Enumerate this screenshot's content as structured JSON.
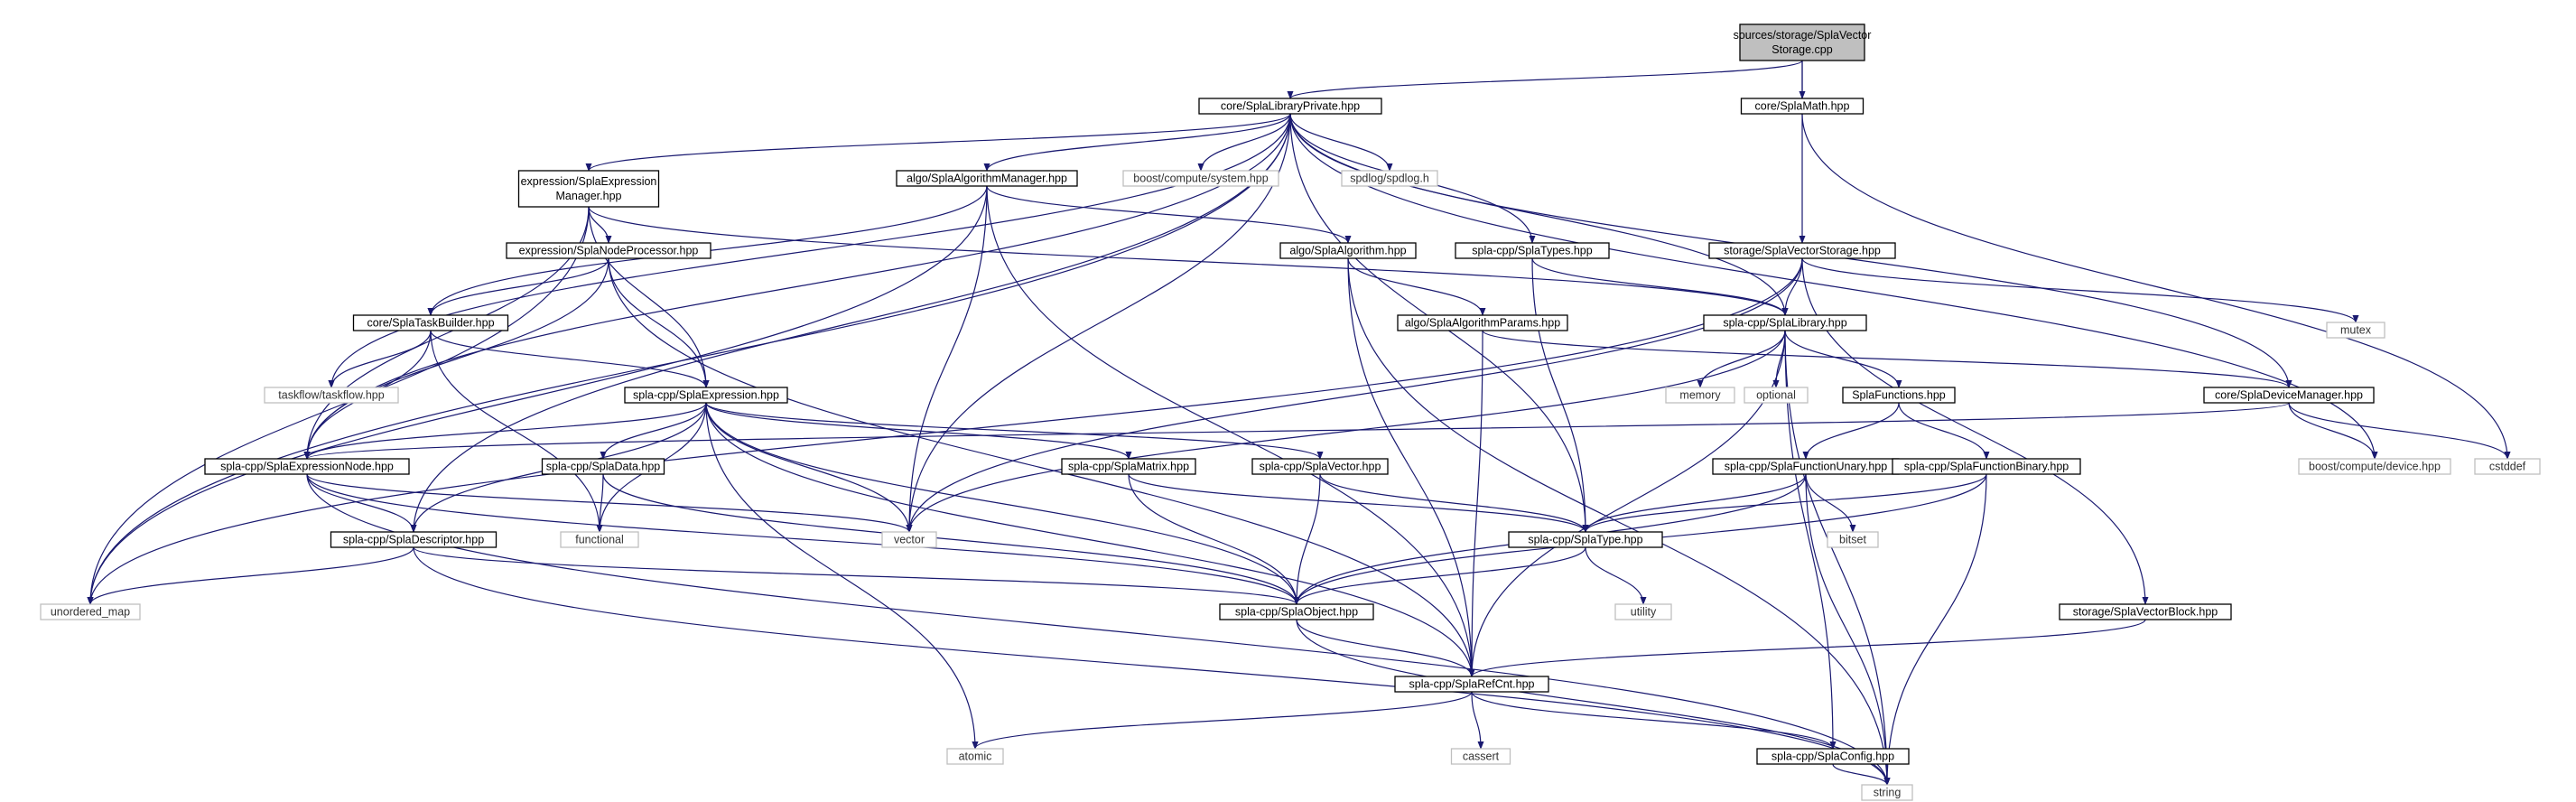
{
  "colors": {
    "edge": "#191970",
    "border_normal": "#000000",
    "border_external": "#bfbfbf",
    "text_normal": "#000000",
    "text_external": "#333333",
    "root_fill": "#bfbfbf",
    "node_fill": "#ffffff"
  },
  "nodes": [
    {
      "id": "root",
      "lines": [
        "sources/storage/SplaVector",
        "Storage.cpp"
      ],
      "kind": "root"
    },
    {
      "id": "libpriv",
      "lines": [
        "core/SplaLibraryPrivate.hpp"
      ],
      "kind": "normal"
    },
    {
      "id": "math",
      "lines": [
        "core/SplaMath.hpp"
      ],
      "kind": "normal"
    },
    {
      "id": "exprmgr",
      "lines": [
        "expression/SplaExpression",
        "Manager.hpp"
      ],
      "kind": "normal"
    },
    {
      "id": "algomgr",
      "lines": [
        "algo/SplaAlgorithmManager.hpp"
      ],
      "kind": "normal"
    },
    {
      "id": "bsys",
      "lines": [
        "boost/compute/system.hpp"
      ],
      "kind": "external"
    },
    {
      "id": "spdlog",
      "lines": [
        "spdlog/spdlog.h"
      ],
      "kind": "external"
    },
    {
      "id": "nodeproc",
      "lines": [
        "expression/SplaNodeProcessor.hpp"
      ],
      "kind": "normal"
    },
    {
      "id": "algo",
      "lines": [
        "algo/SplaAlgorithm.hpp"
      ],
      "kind": "normal"
    },
    {
      "id": "types",
      "lines": [
        "spla-cpp/SplaTypes.hpp"
      ],
      "kind": "normal"
    },
    {
      "id": "vstorage",
      "lines": [
        "storage/SplaVectorStorage.hpp"
      ],
      "kind": "normal"
    },
    {
      "id": "mutex",
      "lines": [
        "mutex"
      ],
      "kind": "external"
    },
    {
      "id": "taskb",
      "lines": [
        "core/SplaTaskBuilder.hpp"
      ],
      "kind": "normal"
    },
    {
      "id": "algoparams",
      "lines": [
        "algo/SplaAlgorithmParams.hpp"
      ],
      "kind": "normal"
    },
    {
      "id": "library",
      "lines": [
        "spla-cpp/SplaLibrary.hpp"
      ],
      "kind": "normal"
    },
    {
      "id": "taskflow",
      "lines": [
        "taskflow/taskflow.hpp"
      ],
      "kind": "external"
    },
    {
      "id": "memory",
      "lines": [
        "memory"
      ],
      "kind": "external"
    },
    {
      "id": "optional",
      "lines": [
        "optional"
      ],
      "kind": "external"
    },
    {
      "id": "funcs",
      "lines": [
        "SplaFunctions.hpp"
      ],
      "kind": "normal"
    },
    {
      "id": "devmgr",
      "lines": [
        "core/SplaDeviceManager.hpp"
      ],
      "kind": "normal"
    },
    {
      "id": "expr",
      "lines": [
        "spla-cpp/SplaExpression.hpp"
      ],
      "kind": "normal"
    },
    {
      "id": "exprnode",
      "lines": [
        "spla-cpp/SplaExpressionNode.hpp"
      ],
      "kind": "normal"
    },
    {
      "id": "data",
      "lines": [
        "spla-cpp/SplaData.hpp"
      ],
      "kind": "normal"
    },
    {
      "id": "matrix",
      "lines": [
        "spla-cpp/SplaMatrix.hpp"
      ],
      "kind": "normal"
    },
    {
      "id": "vector",
      "lines": [
        "spla-cpp/SplaVector.hpp"
      ],
      "kind": "normal"
    },
    {
      "id": "funcun",
      "lines": [
        "spla-cpp/SplaFunctionUnary.hpp"
      ],
      "kind": "normal"
    },
    {
      "id": "funcbin",
      "lines": [
        "spla-cpp/SplaFunctionBinary.hpp"
      ],
      "kind": "normal"
    },
    {
      "id": "bdev",
      "lines": [
        "boost/compute/device.hpp"
      ],
      "kind": "external"
    },
    {
      "id": "cstddef",
      "lines": [
        "cstddef"
      ],
      "kind": "external"
    },
    {
      "id": "std_vector",
      "lines": [
        "vector"
      ],
      "kind": "external"
    },
    {
      "id": "functional",
      "lines": [
        "functional"
      ],
      "kind": "external"
    },
    {
      "id": "bitset",
      "lines": [
        "bitset"
      ],
      "kind": "external"
    },
    {
      "id": "desc",
      "lines": [
        "spla-cpp/SplaDescriptor.hpp"
      ],
      "kind": "normal"
    },
    {
      "id": "type",
      "lines": [
        "spla-cpp/SplaType.hpp"
      ],
      "kind": "normal"
    },
    {
      "id": "umap",
      "lines": [
        "unordered_map"
      ],
      "kind": "external"
    },
    {
      "id": "object",
      "lines": [
        "spla-cpp/SplaObject.hpp"
      ],
      "kind": "normal"
    },
    {
      "id": "utility",
      "lines": [
        "utility"
      ],
      "kind": "external"
    },
    {
      "id": "vblock",
      "lines": [
        "storage/SplaVectorBlock.hpp"
      ],
      "kind": "normal"
    },
    {
      "id": "refcnt",
      "lines": [
        "spla-cpp/SplaRefCnt.hpp"
      ],
      "kind": "normal"
    },
    {
      "id": "atomic",
      "lines": [
        "atomic"
      ],
      "kind": "external"
    },
    {
      "id": "cassert",
      "lines": [
        "cassert"
      ],
      "kind": "external"
    },
    {
      "id": "config",
      "lines": [
        "spla-cpp/SplaConfig.hpp"
      ],
      "kind": "normal"
    },
    {
      "id": "string",
      "lines": [
        "string"
      ],
      "kind": "external"
    }
  ],
  "edges": [
    [
      "root",
      "libpriv"
    ],
    [
      "root",
      "math"
    ],
    [
      "root",
      "vstorage"
    ],
    [
      "libpriv",
      "exprmgr"
    ],
    [
      "libpriv",
      "algomgr"
    ],
    [
      "libpriv",
      "bsys"
    ],
    [
      "libpriv",
      "spdlog"
    ],
    [
      "libpriv",
      "types"
    ],
    [
      "libpriv",
      "library"
    ],
    [
      "libpriv",
      "devmgr"
    ],
    [
      "libpriv",
      "taskflow"
    ],
    [
      "libpriv",
      "umap"
    ],
    [
      "libpriv",
      "exprnode"
    ],
    [
      "libpriv",
      "desc"
    ],
    [
      "libpriv",
      "std_vector"
    ],
    [
      "libpriv",
      "type"
    ],
    [
      "libpriv",
      "bdev"
    ],
    [
      "math",
      "cstddef"
    ],
    [
      "exprmgr",
      "nodeproc"
    ],
    [
      "exprmgr",
      "expr"
    ],
    [
      "exprmgr",
      "exprnode"
    ],
    [
      "exprmgr",
      "umap"
    ],
    [
      "exprmgr",
      "library"
    ],
    [
      "algomgr",
      "algo"
    ],
    [
      "algomgr",
      "taskb"
    ],
    [
      "algomgr",
      "std_vector"
    ],
    [
      "algomgr",
      "refcnt"
    ],
    [
      "algomgr",
      "umap"
    ],
    [
      "nodeproc",
      "taskb"
    ],
    [
      "nodeproc",
      "expr"
    ],
    [
      "nodeproc",
      "exprnode"
    ],
    [
      "nodeproc",
      "refcnt"
    ],
    [
      "algo",
      "algoparams"
    ],
    [
      "algo",
      "refcnt"
    ],
    [
      "algo",
      "string"
    ],
    [
      "types",
      "library"
    ],
    [
      "types",
      "type"
    ],
    [
      "vstorage",
      "library"
    ],
    [
      "vstorage",
      "mutex"
    ],
    [
      "vstorage",
      "vblock"
    ],
    [
      "vstorage",
      "std_vector"
    ],
    [
      "vstorage",
      "umap"
    ],
    [
      "taskb",
      "taskflow"
    ],
    [
      "taskb",
      "expr"
    ],
    [
      "taskb",
      "exprnode"
    ],
    [
      "taskb",
      "functional"
    ],
    [
      "algoparams",
      "devmgr"
    ],
    [
      "algoparams",
      "refcnt"
    ],
    [
      "library",
      "memory"
    ],
    [
      "library",
      "optional"
    ],
    [
      "library",
      "funcs"
    ],
    [
      "library",
      "std_vector"
    ],
    [
      "library",
      "config"
    ],
    [
      "library",
      "refcnt"
    ],
    [
      "library",
      "string"
    ],
    [
      "funcs",
      "funcun"
    ],
    [
      "funcs",
      "funcbin"
    ],
    [
      "devmgr",
      "bdev"
    ],
    [
      "devmgr",
      "cstddef"
    ],
    [
      "devmgr",
      "exprnode"
    ],
    [
      "expr",
      "exprnode"
    ],
    [
      "expr",
      "data"
    ],
    [
      "expr",
      "matrix"
    ],
    [
      "expr",
      "vector"
    ],
    [
      "expr",
      "desc"
    ],
    [
      "expr",
      "object"
    ],
    [
      "expr",
      "refcnt"
    ],
    [
      "expr",
      "atomic"
    ],
    [
      "expr",
      "std_vector"
    ],
    [
      "expr",
      "functional"
    ],
    [
      "exprnode",
      "desc"
    ],
    [
      "exprnode",
      "object"
    ],
    [
      "exprnode",
      "std_vector"
    ],
    [
      "exprnode",
      "string"
    ],
    [
      "data",
      "functional"
    ],
    [
      "data",
      "object"
    ],
    [
      "matrix",
      "object"
    ],
    [
      "matrix",
      "type"
    ],
    [
      "vector",
      "object"
    ],
    [
      "vector",
      "type"
    ],
    [
      "funcun",
      "type"
    ],
    [
      "funcun",
      "bitset"
    ],
    [
      "funcun",
      "object"
    ],
    [
      "funcun",
      "string"
    ],
    [
      "funcbin",
      "type"
    ],
    [
      "funcbin",
      "object"
    ],
    [
      "funcbin",
      "string"
    ],
    [
      "desc",
      "object"
    ],
    [
      "desc",
      "umap"
    ],
    [
      "desc",
      "string"
    ],
    [
      "type",
      "object"
    ],
    [
      "type",
      "utility"
    ],
    [
      "object",
      "refcnt"
    ],
    [
      "object",
      "string"
    ],
    [
      "vblock",
      "refcnt"
    ],
    [
      "refcnt",
      "atomic"
    ],
    [
      "refcnt",
      "cassert"
    ],
    [
      "refcnt",
      "config"
    ],
    [
      "config",
      "string"
    ]
  ]
}
